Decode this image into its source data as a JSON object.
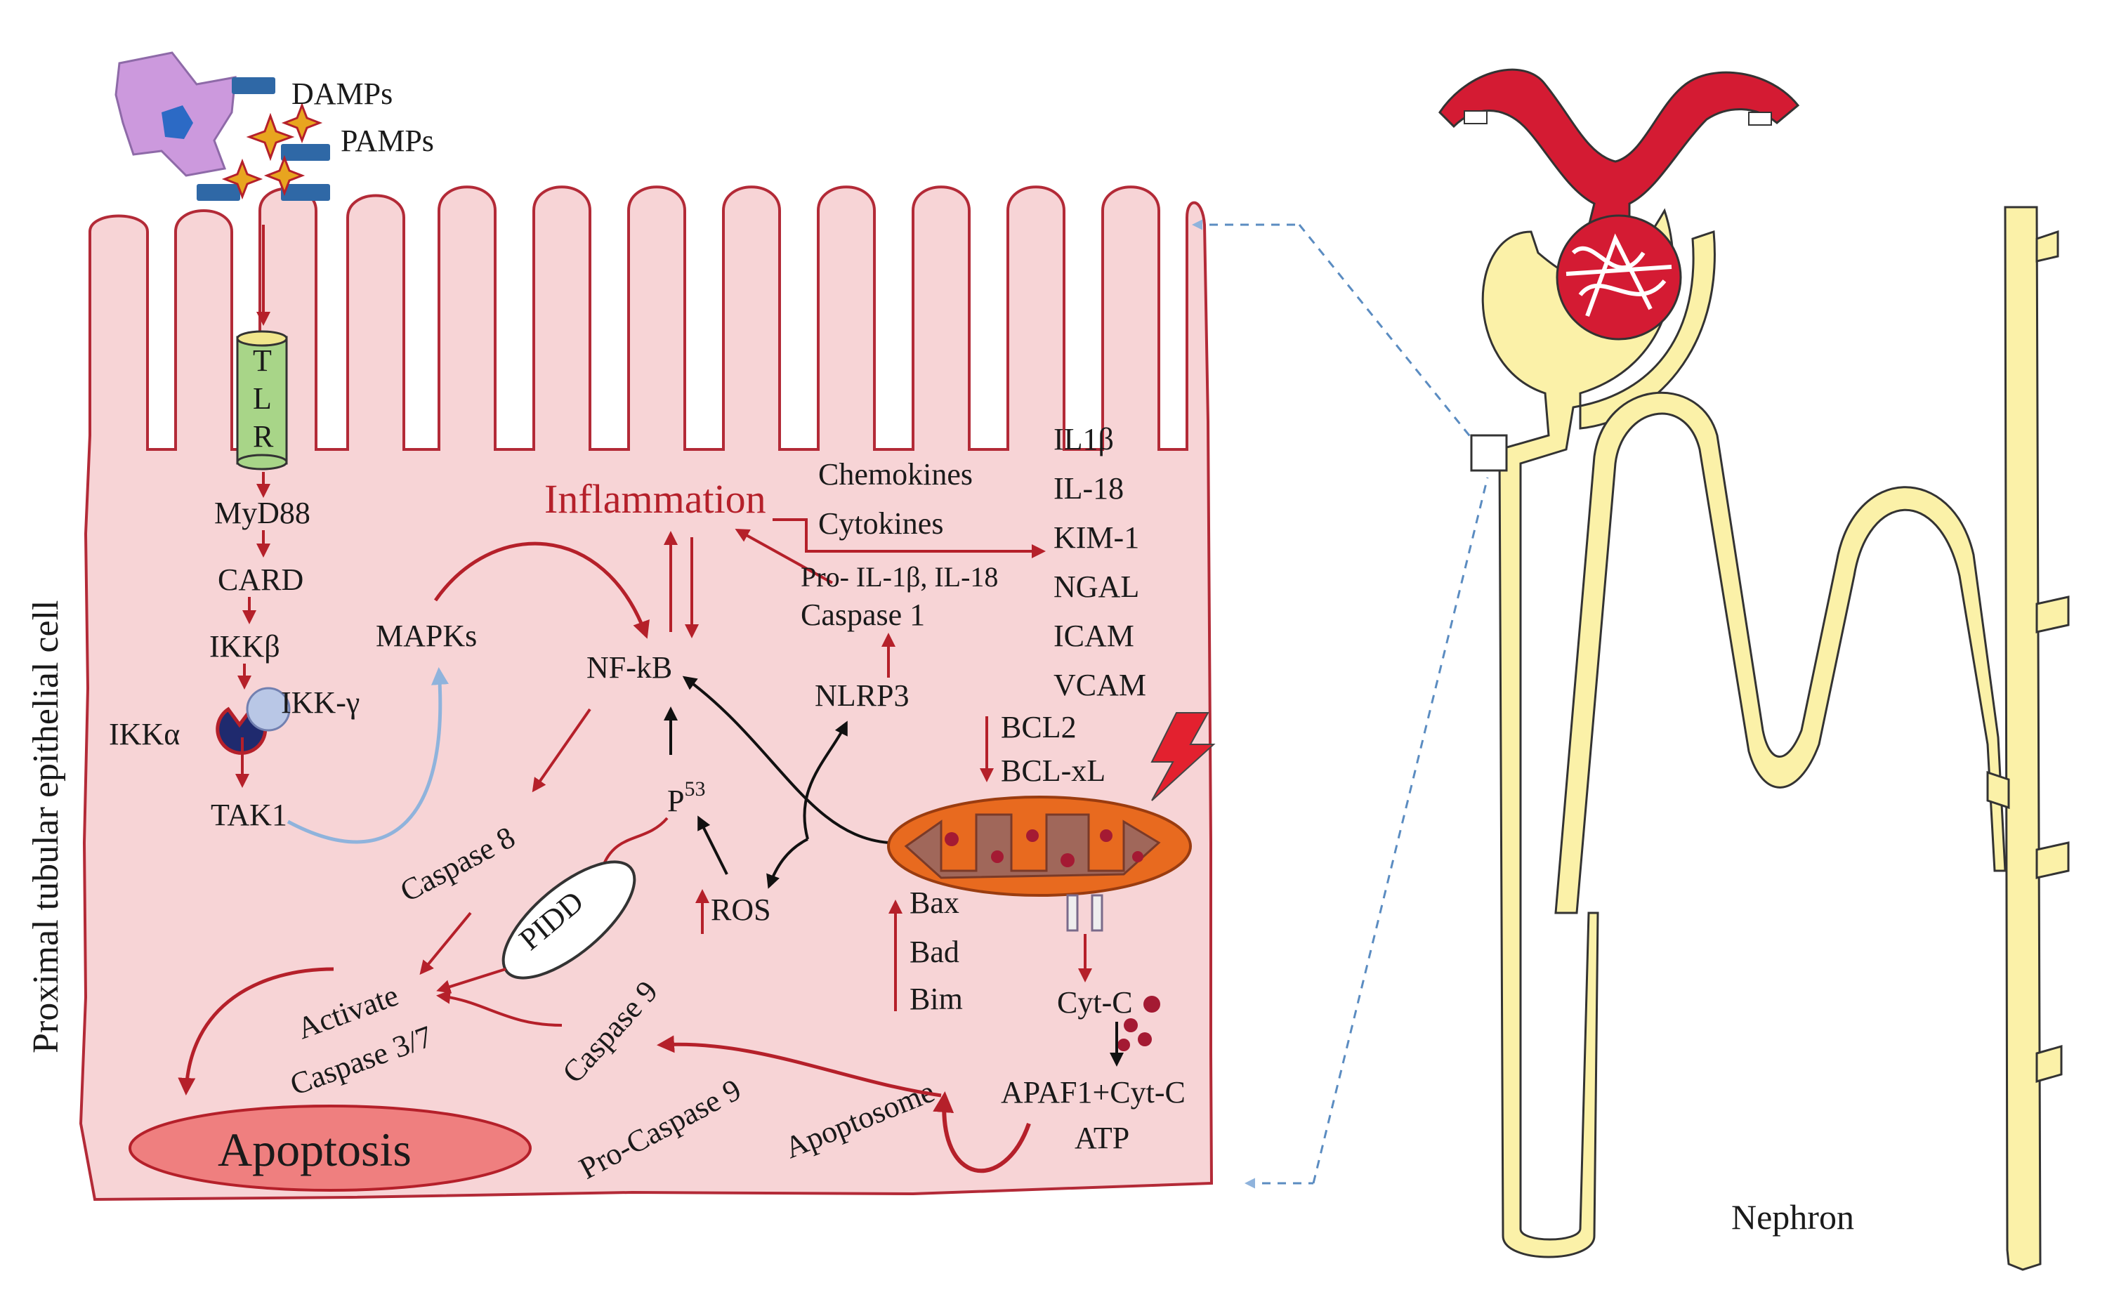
{
  "side_label": "Proximal tubular epithelial cell",
  "nephron_label": "Nephron",
  "receptors": {
    "damps": "DAMPs",
    "pamps": "PAMPs"
  },
  "tlr_letters": [
    "T",
    "L",
    "R"
  ],
  "cascade": {
    "myd88": "MyD88",
    "card": "CARD",
    "ikkb": "IKKβ",
    "ikka": "IKKα",
    "ikkg": "IKK-γ",
    "tak1": "TAK1",
    "mapks": "MAPKs"
  },
  "center": {
    "inflammation": "Inflammation",
    "nfkb": "NF-kB",
    "p53_base": "P",
    "p53_sup": "53",
    "caspase8": "Caspase 8",
    "pidd": "PIDD",
    "ros": "ROS",
    "nlrp3": "NLRP3",
    "chemokines": "Chemokines",
    "cytokines": "Cytokines",
    "pro_il": "Pro- IL-1β, IL-18",
    "caspase1": "Caspase 1"
  },
  "markers": [
    "IL1β",
    "IL-18",
    "KIM-1",
    "NGAL",
    "ICAM",
    "VCAM"
  ],
  "mito": {
    "bcl2": "BCL2",
    "bclxl": "BCL-xL",
    "bax": "Bax",
    "bad": "Bad",
    "bim": "Bim",
    "cytc": "Cyt-C",
    "apaf": "APAF1+Cyt-C",
    "atp": "ATP"
  },
  "apoptosis_path": {
    "activate": "Activate",
    "caspase37": "Caspase 3/7",
    "caspase9": "Caspase 9",
    "pro_caspase9": "Pro-Caspase 9",
    "apoptosome": "Apoptosome",
    "apoptosis": "Apoptosis"
  },
  "colors": {
    "cell_fill": "#f7d4d6",
    "cell_stroke": "#b32a37",
    "arrow_red": "#b5202a",
    "arrow_black": "#111111",
    "arrow_blue": "#8fb3dc",
    "nephron_fill": "#fbf1a8",
    "glomerulus_red": "#d41b33",
    "mito_fill": "#e86a1f",
    "apoptosis_fill": "#ef7f7f"
  }
}
